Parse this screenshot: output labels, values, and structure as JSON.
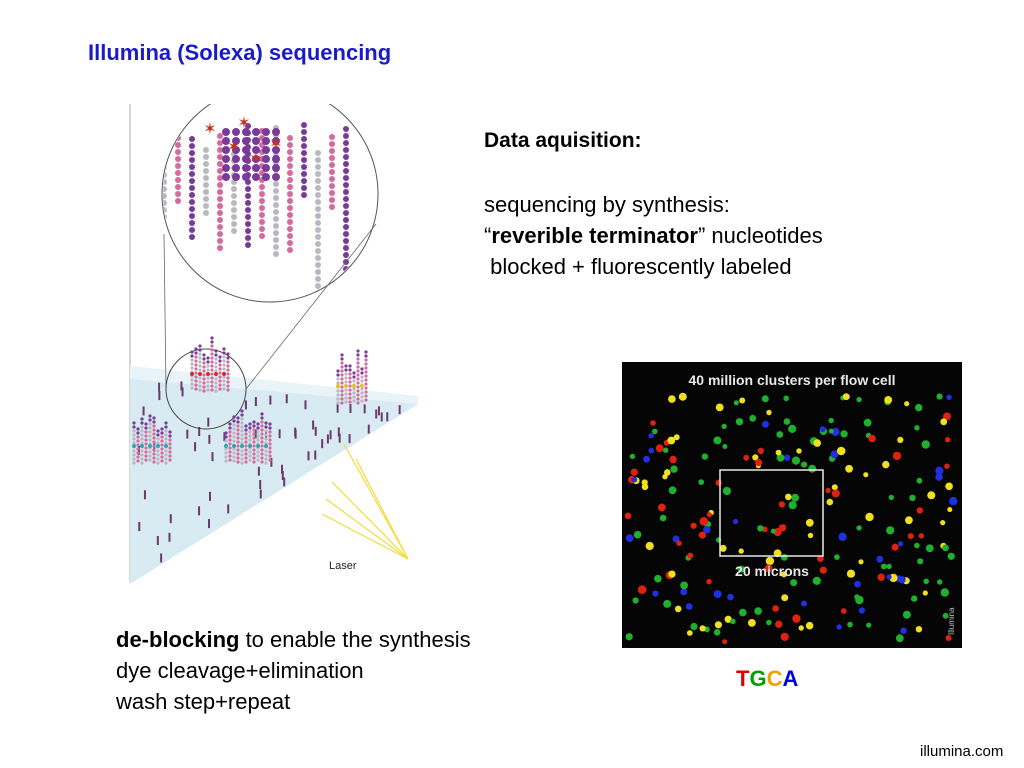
{
  "slide": {
    "title": "Illumina (Solexa) sequencing",
    "data_acquisition": {
      "heading": "Data aquisition:",
      "line1": "sequencing by synthesis:",
      "line2_open_quote": "“",
      "line2_bold": "reverible terminator",
      "line2_rest": "” nucleotides",
      "line3": " blocked + fluorescently labeled"
    },
    "deblocking": {
      "bold": "de-blocking",
      "rest": " to enable the synthesis",
      "line2": "dye cleavage+elimination",
      "line3": "wash step+repeat"
    },
    "tgca": [
      {
        "letter": "T",
        "color": "#e00000"
      },
      {
        "letter": "G",
        "color": "#00a000"
      },
      {
        "letter": "C",
        "color": "#f0a000"
      },
      {
        "letter": "A",
        "color": "#0000e0"
      }
    ],
    "credit": "illumina.com"
  },
  "figure_left": {
    "label": "Laser",
    "colors": {
      "purple": "#7a3a9a",
      "pink": "#d46a9e",
      "gray": "#b8b8c0",
      "star": "#c83020",
      "cyan": "#2aa8b0",
      "flowcell": "#cfe6ee",
      "laser": "#f2dc3a"
    }
  },
  "figure_right": {
    "caption_top": "40 million clusters per flow cell",
    "caption_box": "20 microns",
    "watermark": "Illumina",
    "colors": {
      "red": "#e02010",
      "green": "#20b030",
      "yellow": "#f0e020",
      "blue": "#2030e0",
      "background": "#050505"
    }
  }
}
